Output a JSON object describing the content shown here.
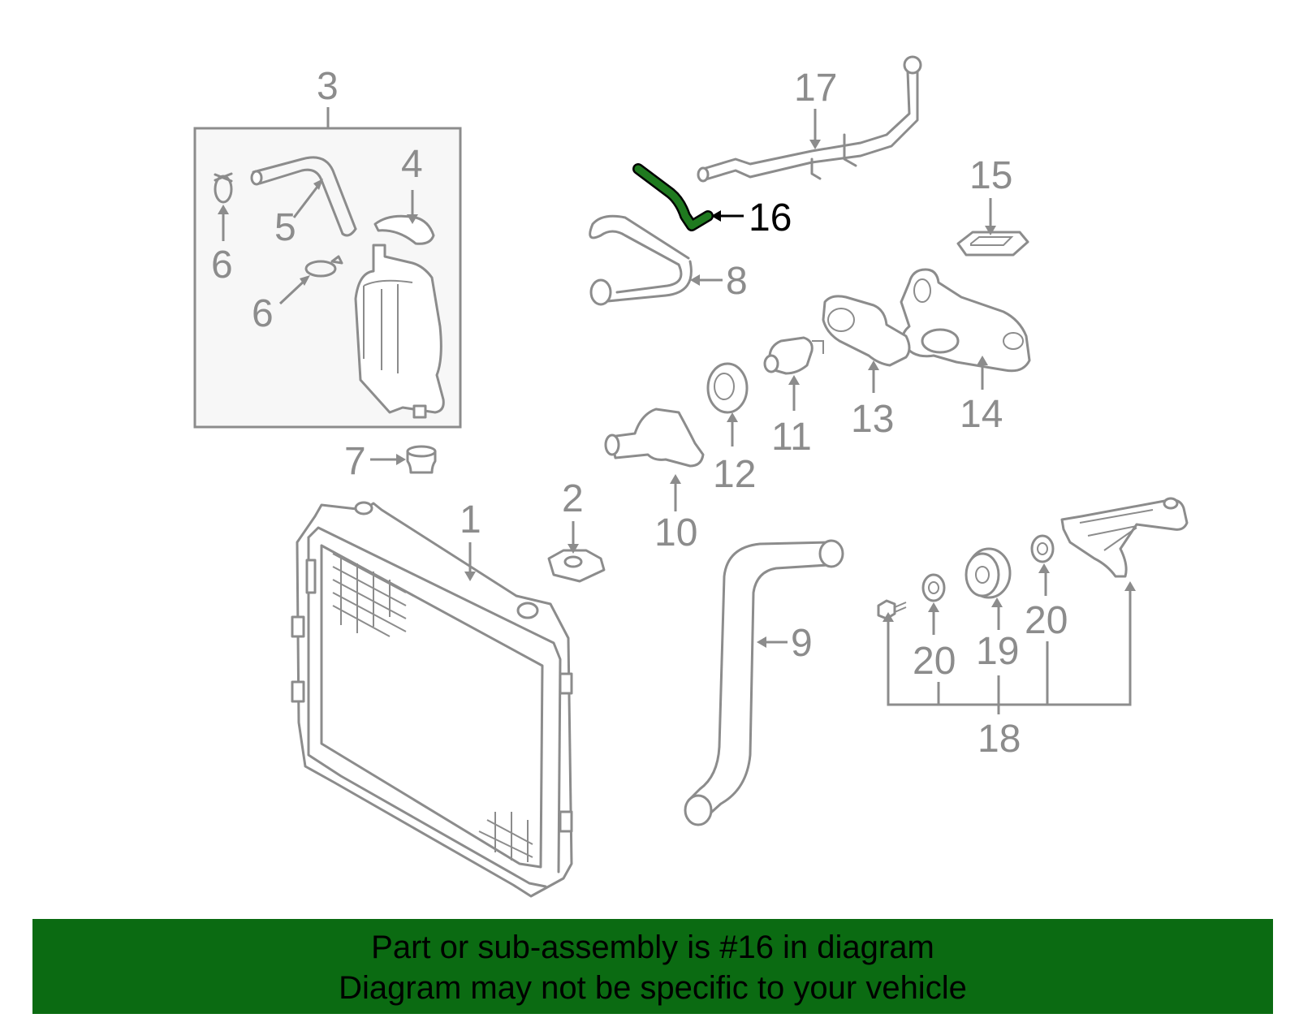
{
  "diagram": {
    "callouts": [
      {
        "id": "c1",
        "label": "1"
      },
      {
        "id": "c2",
        "label": "2"
      },
      {
        "id": "c3",
        "label": "3"
      },
      {
        "id": "c4",
        "label": "4"
      },
      {
        "id": "c5",
        "label": "5"
      },
      {
        "id": "c6a",
        "label": "6"
      },
      {
        "id": "c6b",
        "label": "6"
      },
      {
        "id": "c7",
        "label": "7"
      },
      {
        "id": "c8",
        "label": "8"
      },
      {
        "id": "c9",
        "label": "9"
      },
      {
        "id": "c10",
        "label": "10"
      },
      {
        "id": "c11",
        "label": "11"
      },
      {
        "id": "c12",
        "label": "12"
      },
      {
        "id": "c13",
        "label": "13"
      },
      {
        "id": "c14",
        "label": "14"
      },
      {
        "id": "c15",
        "label": "15"
      },
      {
        "id": "c16",
        "label": "16"
      },
      {
        "id": "c17",
        "label": "17"
      },
      {
        "id": "c18",
        "label": "18"
      },
      {
        "id": "c19",
        "label": "19"
      },
      {
        "id": "c20a",
        "label": "20"
      },
      {
        "id": "c20b",
        "label": "20"
      }
    ],
    "highlighted_part": "16",
    "highlight_color": "#1f7a1f",
    "part_color": "#8c8c8c"
  },
  "banner": {
    "line1": "Part or sub-assembly is #16 in diagram",
    "line2": "Diagram may not be specific to your vehicle",
    "background": "#0b6b12"
  }
}
